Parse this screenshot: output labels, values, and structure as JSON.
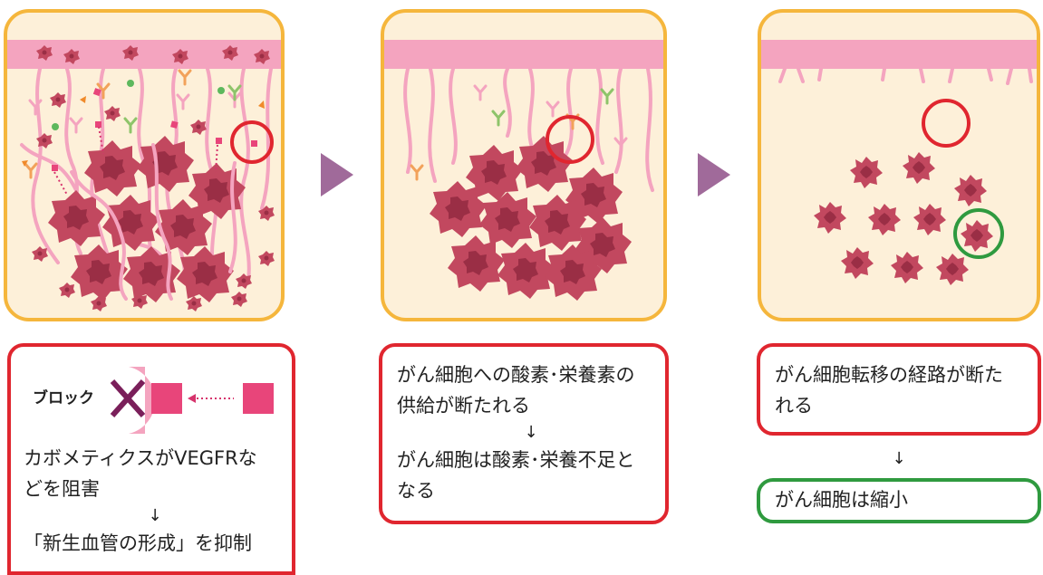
{
  "panels": [
    {
      "stage": "vegf-inhibition",
      "highlight_ring": "red"
    },
    {
      "stage": "supply-cut",
      "highlight_ring": "red"
    },
    {
      "stage": "tumor-shrink",
      "highlight_rings": [
        "red",
        "green"
      ]
    }
  ],
  "colors": {
    "frame": "#f5b63c",
    "tissue": "#fdf0d9",
    "vessel": "#f4a4bf",
    "cell_outer": "#c2485f",
    "cell_core": "#9a2e45",
    "red_ring": "#e0262f",
    "green_ring": "#2f9a3f",
    "arrow": "#a06a9a"
  },
  "box1": {
    "block_label": "ブロック",
    "line1": "カボメティクスがVEGFRな",
    "line2": "どを阻害",
    "arrow": "↓",
    "line3": "「新生血管の形成」を抑制"
  },
  "box2": {
    "line1": "がん細胞への酸素･栄養素の",
    "line2": "供給が断たれる",
    "arrow": "↓",
    "line3": "がん細胞は酸素･栄養不足と",
    "line4": "なる"
  },
  "box3": {
    "line1": "がん細胞転移の経路が断た",
    "line2": "れる",
    "arrow": "↓"
  },
  "box4": {
    "line1": "がん細胞は縮小"
  }
}
